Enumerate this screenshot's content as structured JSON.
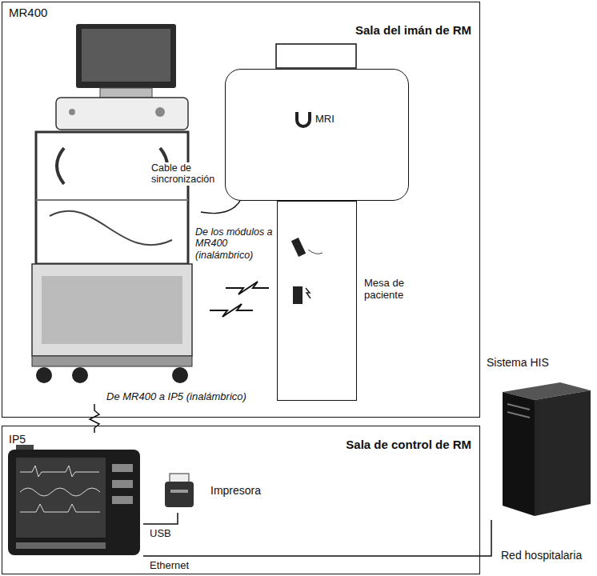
{
  "diagram": {
    "nodes": [
      {
        "text": [
          "Sala del imán de RM"
        ]
      },
      {
        "text": [
          "MR400"
        ],
        "in": 0
      },
      {
        "text": [
          "MRI"
        ],
        "in": 0
      },
      {
        "text": [
          "Mesa de paciente"
        ],
        "in": 0
      },
      {
        "text": [
          "Sala de control de RM"
        ]
      },
      {
        "text": [
          "IP5"
        ],
        "in": 4
      },
      {
        "text": [
          "Impresora"
        ],
        "in": 4
      },
      {
        "text": [
          "Sistema HIS"
        ]
      }
    ],
    "edges": [
      {
        "from": 1,
        "to": 2,
        "label": "Cable de sincronización",
        "arrow": "none"
      },
      {
        "from": 1,
        "to": 5,
        "label": "De MR400 a IP5 (inalámbrico)",
        "arrow": "none"
      },
      {
        "from": 5,
        "to": 6,
        "label": "USB",
        "arrow": "none"
      },
      {
        "from": 5,
        "to": 7,
        "label": "Ethernet",
        "arrow": "none"
      }
    ],
    "labels": [
      "De los módulos a MR400 (inalámbrico)",
      "Red hospitalaria"
    ]
  }
}
